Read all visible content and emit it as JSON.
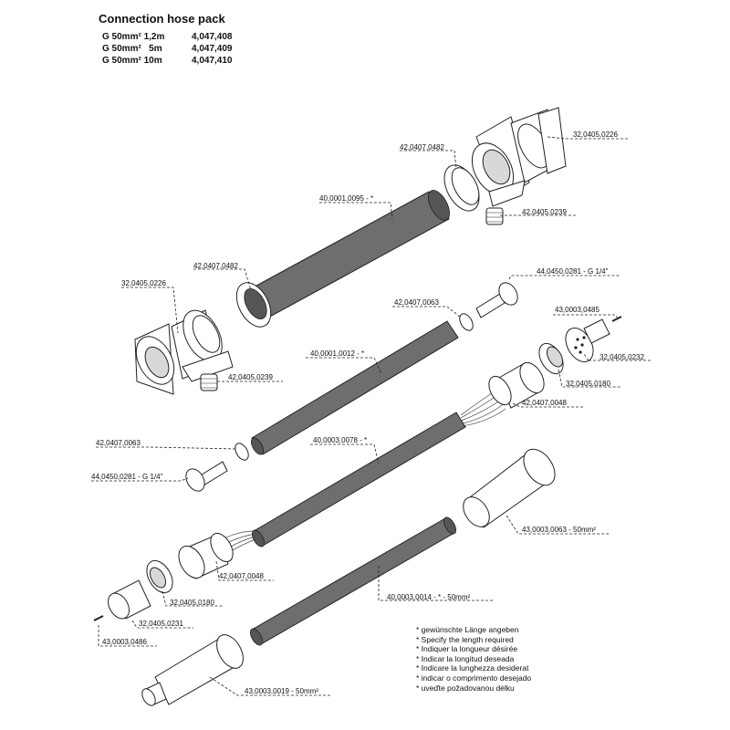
{
  "header": {
    "title": "Connection hose pack",
    "variants": [
      {
        "name": "G 50mm² 1,2m",
        "code": "4,047,408"
      },
      {
        "name": "G 50mm²   5m",
        "code": "4,047,409"
      },
      {
        "name": "G 50mm² 10m",
        "code": "4,047,410"
      }
    ]
  },
  "parts": {
    "p01": "42,0407,0482",
    "p02": "32,0405,0226",
    "p03": "40,0001,0095 - *",
    "p04": "42,0405,0239",
    "p05": "42,0407,0482",
    "p06": "32,0405,0226",
    "p07": "44,0450,0281 - G 1/4\"",
    "p08": "42,0407,0063",
    "p09": "43,0003,0485",
    "p10": "40,0001,0012 - *",
    "p11": "32,0405,0232",
    "p12": "42,0405,0239",
    "p13": "32,0405,0180",
    "p14": "42,0407,0048",
    "p15": "42,0407,0063",
    "p16": "40,0003,0078 - *",
    "p17": "44,0450,0281 - G 1/4\"",
    "p18": "43,0003,0063 - 50mm²",
    "p19": "42,0407,0048",
    "p20": "40,0003,0014 - * - 50mm²",
    "p21": "32,0405,0180",
    "p22": "32,0405,0231",
    "p23": "43,0003,0486",
    "p24": "43,0003,0019 - 50mm²"
  },
  "notes": [
    "* gewünschte Länge angeben",
    "* Specify the length required",
    "* Indiquer la longueur désirée",
    "* Indicar la longitud deseada",
    "* Indicare la lunghezza desiderat",
    "* indicar o comprimento desejado",
    "* uveďte požadovanou délku"
  ]
}
